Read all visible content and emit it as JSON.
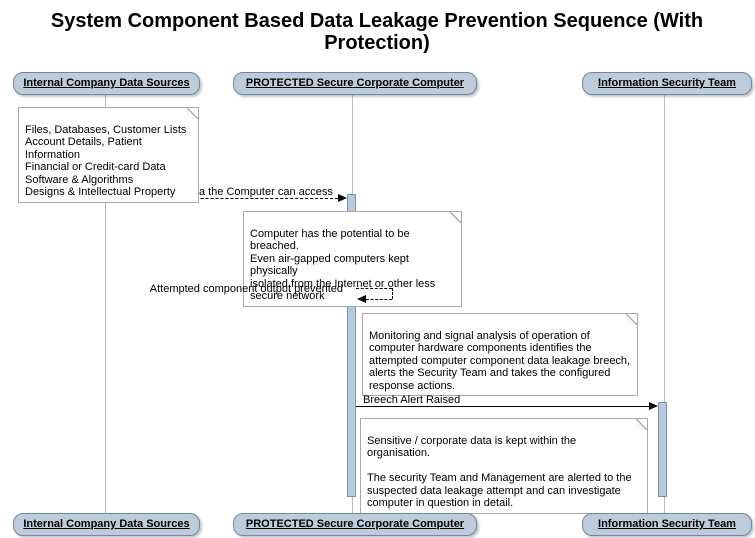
{
  "title": "System Component Based Data Leakage Prevention Sequence (With Protection)",
  "participants": [
    {
      "label": "Internal Company Data Sources"
    },
    {
      "label": "PROTECTED Secure Corporate Computer"
    },
    {
      "label": "Information Security Team"
    }
  ],
  "notes": [
    {
      "text": "Files, Databases, Customer Lists\nAccount Details, Patient Information\nFinancial or Credit-card Data\nSoftware & Algorithms\nDesigns & Intellectual Property"
    },
    {
      "text": "Computer has the potential to be breached.\nEven air-gapped computers kept physically\nisolated from the Internet or other less\nsecure network"
    },
    {
      "text": "Monitoring and signal analysis of operation of\ncomputer hardware components identifies the\nattempted computer component data leakage breech,\nalerts the Security Team and takes the configured\nresponse actions."
    },
    {
      "text": "Sensitive / corporate data is kept within the organisation.\n\nThe security Team and Management are alerted to the\nsuspected data leakage attempt and can investigate\ncomputer in question in detail."
    }
  ],
  "messages": [
    {
      "label": "Any corporate data the Computer can access",
      "style": "dashed",
      "from": "internal-data-sources",
      "to": "secure-computer"
    },
    {
      "label": "Attempted component output prevented",
      "style": "dashed-self",
      "from": "secure-computer",
      "to": "secure-computer"
    },
    {
      "label": "Breech Alert Raised",
      "style": "solid",
      "from": "secure-computer",
      "to": "security-team"
    }
  ],
  "colors": {
    "participant_fill": "#BDCBDB",
    "participant_border": "#6E89A3",
    "activation_fill": "#B7CBDF",
    "activation_border": "#7C91A9",
    "note_border": "#A9A9A9",
    "lifeline": "#BBBBBB",
    "message": "#000000"
  }
}
